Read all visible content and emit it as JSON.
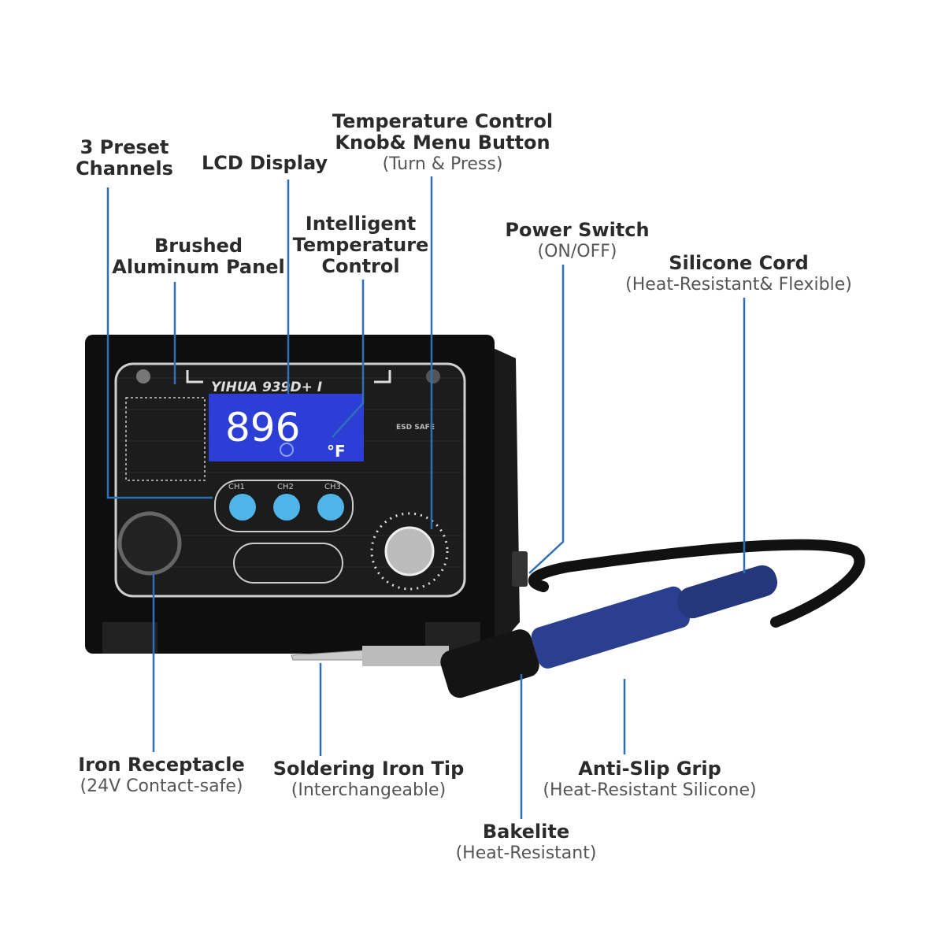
{
  "labels": {
    "preset_channels": {
      "title_1": "3 Preset",
      "title_2": "Channels"
    },
    "lcd_display": {
      "title": "LCD Display"
    },
    "temp_knob": {
      "title_1": "Temperature Control",
      "title_2": "Knob& Menu Button",
      "subtitle": "(Turn & Press)"
    },
    "intelligent_temp": {
      "title_1": "Intelligent",
      "title_2": "Temperature",
      "title_3": "Control"
    },
    "brushed_panel": {
      "title_1": "Brushed",
      "title_2": "Aluminum Panel"
    },
    "power_switch": {
      "title": "Power Switch",
      "subtitle": "(ON/OFF)"
    },
    "silicone_cord": {
      "title": "Silicone Cord",
      "subtitle": "(Heat-Resistant& Flexible)"
    },
    "iron_receptacle": {
      "title": "Iron Receptacle",
      "subtitle": "(24V Contact-safe)"
    },
    "iron_tip": {
      "title": "Soldering Iron Tip",
      "subtitle": "(Interchangeable)"
    },
    "grip": {
      "title": "Anti-Slip Grip",
      "subtitle": "(Heat-Resistant Silicone)"
    },
    "bakelite": {
      "title": "Bakelite",
      "subtitle": "(Heat-Resistant)"
    }
  },
  "device": {
    "model": "YIHUA 939D+ I",
    "display_value": "896",
    "unit": "°F",
    "channels": [
      "CH1",
      "CH2",
      "CH3"
    ],
    "esd_badge": "ESD SAFE"
  },
  "colors": {
    "leader": "#2f6fb5",
    "lcd": "#2c3ed6",
    "button": "#4fb4ea",
    "handle": "#2a3f8f"
  }
}
